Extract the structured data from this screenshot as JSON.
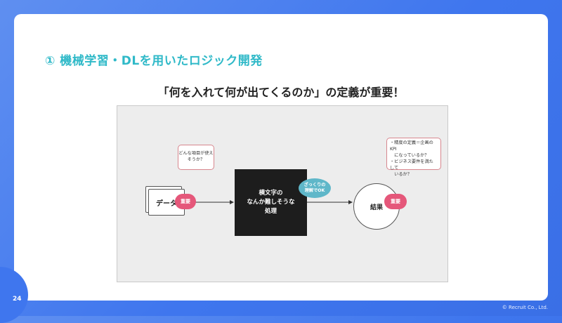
{
  "slide": {
    "title": "① 機械学習・DLを用いたロジック開発",
    "subtitle": "「何を入れて何が出てくるのか」の定義が重要！",
    "page_number": "24",
    "copyright": "© Recruit Co., Ltd."
  },
  "diagram": {
    "input_label": "データ",
    "process_label": "横文字の\nなんか難しそうな\n処理",
    "output_label": "結果",
    "note_input": "どんな項目が使え\nそうか？",
    "note_output": "・精度の定義＝企画のKPI\n　になっているか？\n・ビジネス要件を満たして\n　いるか？",
    "badge_important_1": "重要",
    "badge_important_2": "重要",
    "badge_understanding": "ざっくりの\n理解でOK"
  },
  "colors": {
    "accent_title": "#2fb9c8",
    "background_blue": "#3f76ee",
    "badge_pink": "#e5577a",
    "badge_teal": "#5fb7c9",
    "process_black": "#1d1d1d"
  }
}
